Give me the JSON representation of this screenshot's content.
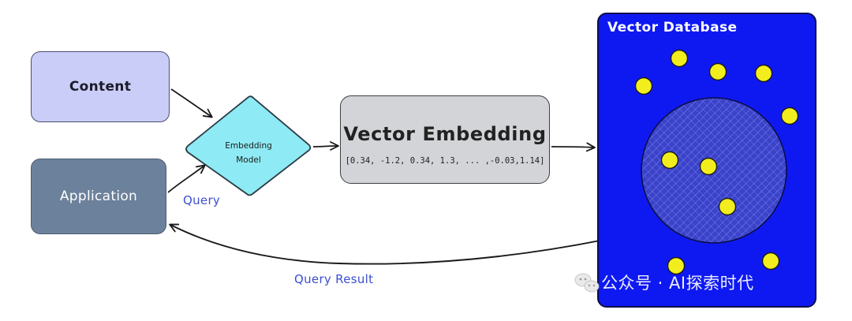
{
  "nodes": {
    "content": "Content",
    "application": "Application",
    "embedding_model_line1": "Embedding",
    "embedding_model_line2": "Model",
    "vector_embedding_title": "Vector Embedding",
    "vector_embedding_values": "[0.34, -1.2, 0.34, 1.3, ... ,-0.03,1.14]",
    "vector_database": "Vector Database"
  },
  "edges": {
    "query": "Query",
    "query_result": "Query Result"
  },
  "watermark": "公众号 · AI探索时代",
  "colors": {
    "content_fill": "#c9cdf7",
    "application_fill": "#6c819b",
    "model_fill": "#8eeaf4",
    "embedding_fill": "#d2d4d8",
    "database_fill": "#0e19f2",
    "cluster_fill": "#3a42c9",
    "dot_fill": "#f2ee1e",
    "label_blue": "#3b4fd0"
  },
  "icons": {
    "watermark_logo": "wechat-icon"
  }
}
